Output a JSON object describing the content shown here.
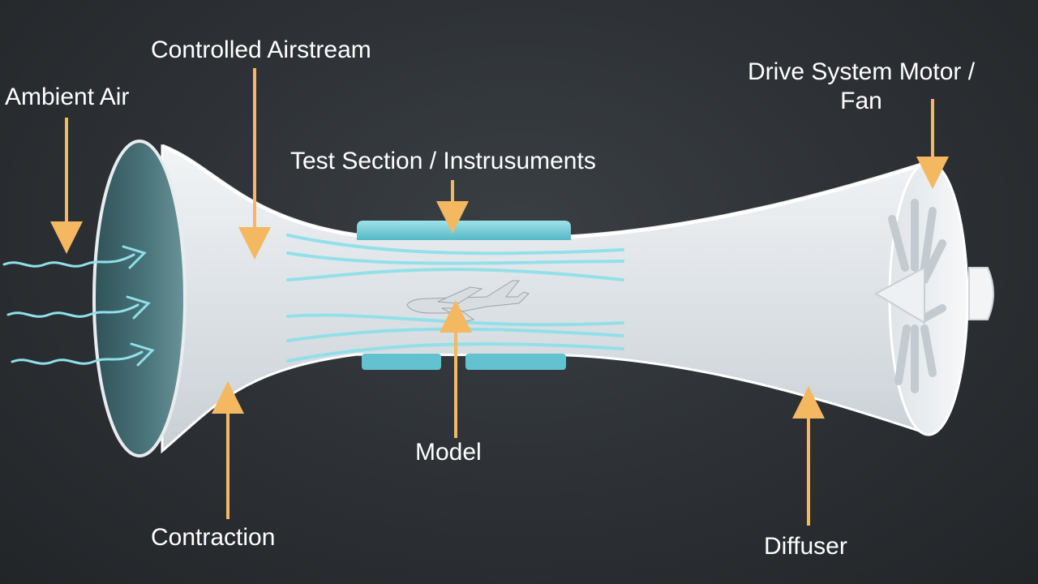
{
  "labels": {
    "ambient_air": "Ambient Air",
    "controlled_airstream": "Controlled Airstream",
    "test_section": "Test Section / Instrusuments",
    "drive_line1": "Drive System Motor /",
    "drive_line2": "Fan",
    "model": "Model",
    "contraction": "Contraction",
    "diffuser": "Diffuser"
  },
  "colors": {
    "background": "#2b2f33",
    "tunnel": "#e9ecef",
    "inlet_face": "#4f7a80",
    "test_section": "#7fd0dc",
    "streamlines": "#8fe0ea",
    "arrows": "#f4b860",
    "text": "#ffffff"
  },
  "icons": {
    "airplane": "airplane-icon",
    "fan": "fan-icon",
    "ambient_air_flow": "wavy-arrow-icon"
  }
}
